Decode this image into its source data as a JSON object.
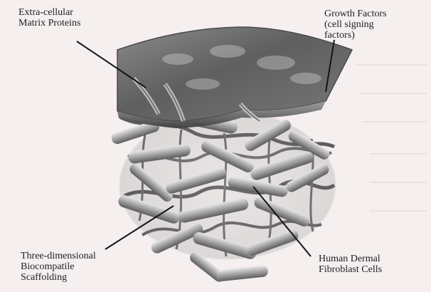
{
  "labels": {
    "ecm": "Extra-cellular\nMatrix Proteins",
    "growth_factors": "Growth Factors\n(cell signing\nfactors)",
    "scaffolding": "Three-dimensional\nBiocompatile\nScaffolding",
    "fibroblasts": "Human Dermal\nFibroblast Cells"
  }
}
